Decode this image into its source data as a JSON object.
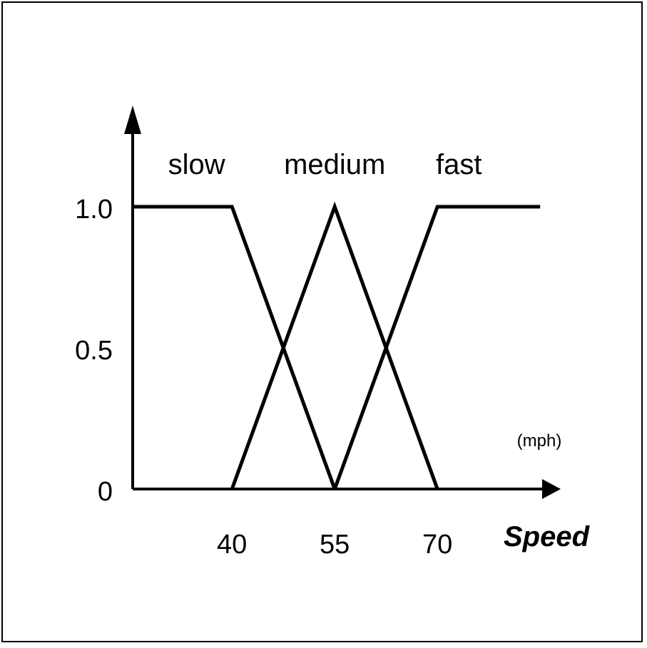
{
  "chart_data": {
    "type": "line",
    "xlabel": "Speed",
    "x_unit": "(mph)",
    "x_ticks": [
      "40",
      "55",
      "70"
    ],
    "y_ticks": [
      "0",
      "0.5",
      "1.0"
    ],
    "x_tick_values": [
      40,
      55,
      70
    ],
    "y_tick_values": [
      0,
      0.5,
      1.0
    ],
    "xlim": [
      25.5,
      88
    ],
    "ylim": [
      0,
      1.0
    ],
    "grid": false,
    "series": [
      {
        "name": "slow",
        "x": [
          25.5,
          40,
          55
        ],
        "y": [
          1.0,
          1.0,
          0
        ]
      },
      {
        "name": "medium",
        "x": [
          40,
          55,
          70
        ],
        "y": [
          0,
          1.0,
          0
        ]
      },
      {
        "name": "fast",
        "x": [
          55,
          70,
          85
        ],
        "y": [
          0,
          1.0,
          1.0
        ]
      }
    ],
    "colors": {
      "line": "#000000",
      "background": "#ffffff"
    }
  }
}
